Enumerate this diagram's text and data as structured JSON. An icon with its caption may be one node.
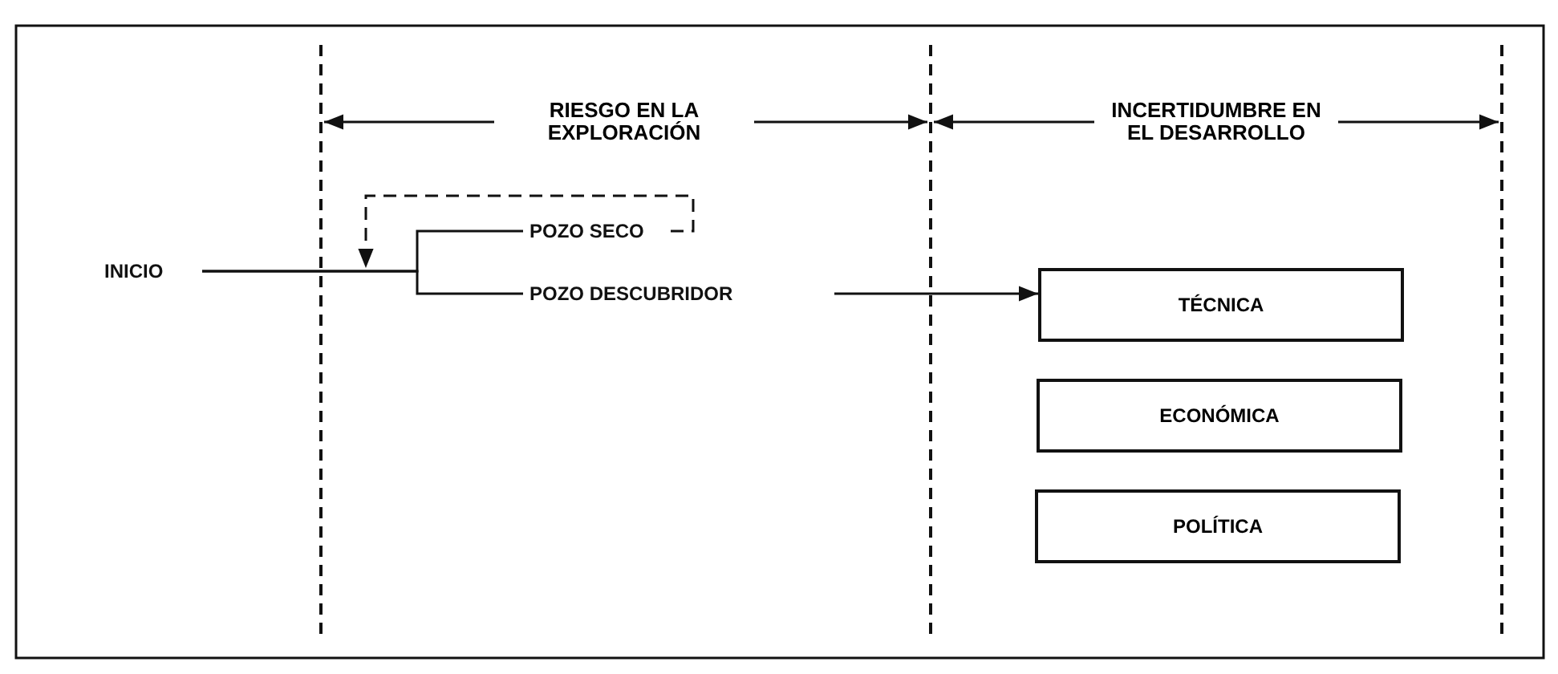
{
  "diagram": {
    "nodes": [
      {
        "text": [
          "INICIO"
        ]
      },
      {
        "text": [
          "POZO SECO"
        ]
      },
      {
        "text": [
          "POZO DESCUBRIDOR"
        ]
      },
      {
        "text": [
          "TÉCNICA"
        ]
      },
      {
        "text": [
          "ECONÓMICA"
        ]
      },
      {
        "text": [
          "POLÍTICA"
        ]
      }
    ],
    "edges": [
      {
        "from": 0,
        "to": 1,
        "arrow": "none"
      },
      {
        "from": 0,
        "to": 2,
        "arrow": "none"
      },
      {
        "from": 1,
        "to": null,
        "arrow": "to",
        "style": "dashed"
      },
      {
        "from": 2,
        "to": 3,
        "arrow": "to"
      }
    ],
    "labels": [
      "RIESGO EN LA EXPLORACIÓN",
      "INCERTIDUMBRE EN EL DESARROLLO"
    ]
  }
}
